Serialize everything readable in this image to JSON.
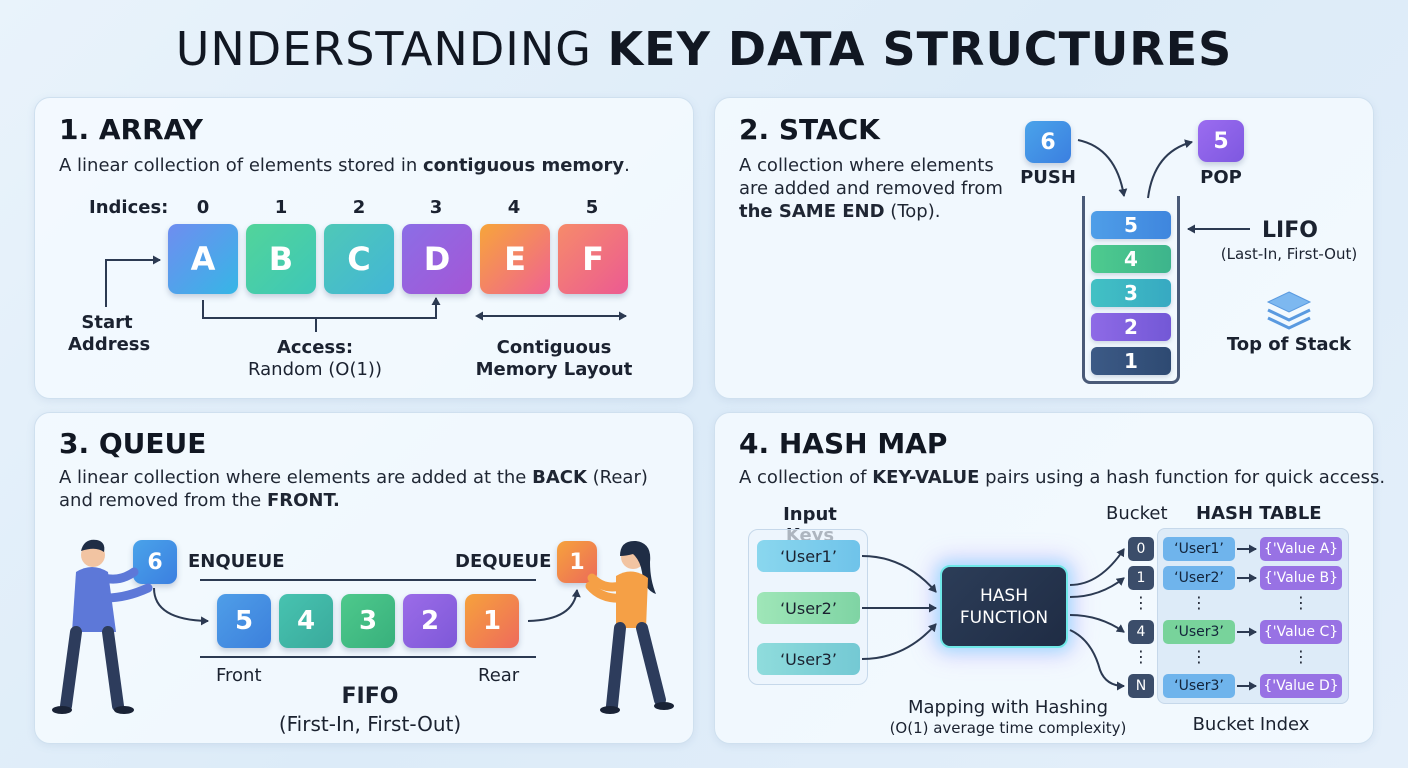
{
  "title": {
    "normal": "UNDERSTANDING ",
    "bold": "KEY DATA STRUCTURES"
  },
  "array": {
    "title": "1. ARRAY",
    "desc_pre": "A linear collection of elements stored in ",
    "desc_bold": "contiguous memory",
    "desc_post": ".",
    "indices_label": "Indices:",
    "indices": [
      "0",
      "1",
      "2",
      "3",
      "4",
      "5"
    ],
    "elements": [
      "A",
      "B",
      "C",
      "D",
      "E",
      "F"
    ],
    "start_line1": "Start",
    "start_line2": "Address",
    "access_line1": "Access:",
    "access_line2": "Random (O(1))",
    "contig_line1": "Contiguous",
    "contig_line2": "Memory Layout"
  },
  "stack": {
    "title": "2. STACK",
    "desc_line1": "A collection where elements",
    "desc_line2": "are added and removed from",
    "desc_bold": "the SAME END",
    "desc_post": " (Top).",
    "push_value": "6",
    "push_label": "PUSH",
    "pop_value": "5",
    "pop_label": "POP",
    "items": [
      "5",
      "4",
      "3",
      "2",
      "1"
    ],
    "lifo": "LIFO",
    "lifo_sub": "(Last-In, First-Out)",
    "top_label": "Top of Stack"
  },
  "queue": {
    "title": "3. QUEUE",
    "desc_line1_pre": "A linear collection where elements are added at the ",
    "desc_line1_bold": "BACK",
    "desc_line1_post": " (Rear)",
    "desc_line2_pre": "and removed from the ",
    "desc_line2_bold": "FRONT.",
    "enqueue_value": "6",
    "enqueue_label": "ENQUEUE",
    "dequeue_value": "1",
    "dequeue_label": "DEQUEUE",
    "items": [
      "5",
      "4",
      "3",
      "2",
      "1"
    ],
    "front_label": "Front",
    "rear_label": "Rear",
    "fifo": "FIFO",
    "fifo_sub": "(First-In, First-Out)"
  },
  "hashmap": {
    "title": "4. HASH MAP",
    "desc_pre": "A collection of ",
    "desc_bold": "KEY-VALUE",
    "desc_post": " pairs using a hash function for quick access.",
    "input_keys_label": "Input Keys",
    "keys": [
      "‘User1’",
      "‘User2’",
      "‘User3’"
    ],
    "function_line1": "HASH",
    "function_line2": "FUNCTION",
    "bucket_label": "Bucket",
    "table_label": "HASH TABLE",
    "rows": [
      {
        "index": "0",
        "key": "‘User1’",
        "value": "{'Value A}"
      },
      {
        "index": "1",
        "key": "‘User2’",
        "value": "{'Value B}"
      },
      {
        "index": "4",
        "key": "‘User3’",
        "value": "{'Value C}"
      },
      {
        "index": "N",
        "key": "‘User3’",
        "value": "{'Value D}"
      }
    ],
    "ellipsis": "⋮",
    "mapping_label": "Mapping with Hashing",
    "complexity_label": "(O(1) average time complexity)",
    "bucket_index_label": "Bucket Index"
  }
}
